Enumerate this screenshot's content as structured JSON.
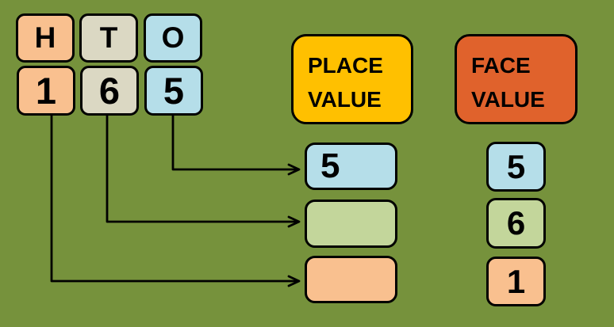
{
  "canvas": {
    "background_color": "#76923C",
    "outline_color": "#000000",
    "arrow_color": "#000000"
  },
  "hto_chart": {
    "column_letters": [
      {
        "label": "H",
        "color": "#F9C08F"
      },
      {
        "label": "T",
        "color": "#DBD8C3"
      },
      {
        "label": "O",
        "color": "#B5DEE9"
      }
    ],
    "number_digits": [
      {
        "label": "1",
        "color": "#F9C08F"
      },
      {
        "label": "6",
        "color": "#DBD8C3"
      },
      {
        "label": "5",
        "color": "#B5DEE9"
      }
    ]
  },
  "place_value": {
    "heading": {
      "line1": "PLACE",
      "line2": "VALUE",
      "color": "#FFC000"
    },
    "rows": [
      {
        "label": "5",
        "color": "#B5DEE9"
      },
      {
        "label": "",
        "color": "#C3D69B"
      },
      {
        "label": "",
        "color": "#F9C08F"
      }
    ]
  },
  "face_value": {
    "heading": {
      "line1": "FACE",
      "line2": "VALUE",
      "color": "#E0622C"
    },
    "rows": [
      {
        "label": "5",
        "color": "#B5DEE9"
      },
      {
        "label": "6",
        "color": "#C3D69B"
      },
      {
        "label": "1",
        "color": "#F9C08F"
      }
    ]
  },
  "arrows": [
    {
      "from": "digit-5-ones",
      "to": "place-value-row-1"
    },
    {
      "from": "digit-6-tens",
      "to": "place-value-row-2"
    },
    {
      "from": "digit-1-hundreds",
      "to": "place-value-row-3"
    }
  ]
}
